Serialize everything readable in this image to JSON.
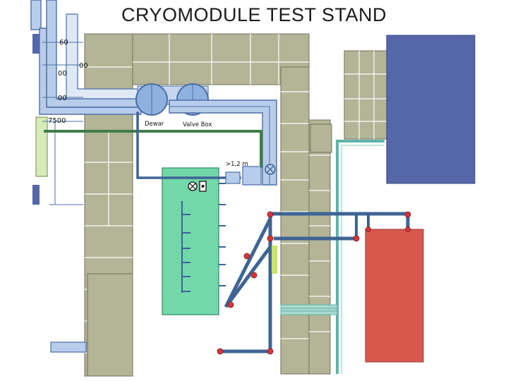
{
  "title": "CRYOMODULE TEST STAND",
  "labels": {
    "dewar": "Dewar",
    "valve_box": "Valve Box",
    "distance": ">1,2 m"
  },
  "dimensions": [
    "60",
    "00",
    "00",
    "00",
    "7500"
  ],
  "colors": {
    "concrete_block": "#b4b596",
    "concrete_edge": "#6e705c",
    "transfer_line": "#b8cdeb",
    "transfer_line_edge": "#4d6fa6",
    "pipe_dark": "#3e6494",
    "green_line": "#3f7d4a",
    "cryomodule": "#72d8aa",
    "blue_block": "#5567a9",
    "red_block": "#d9584e",
    "teal_pipe": "#5fb3a8",
    "valve_red": "#d6353a",
    "yellow_green": "#c9e36a"
  },
  "icons": [
    "valve-icon",
    "valve-pair-icon"
  ]
}
